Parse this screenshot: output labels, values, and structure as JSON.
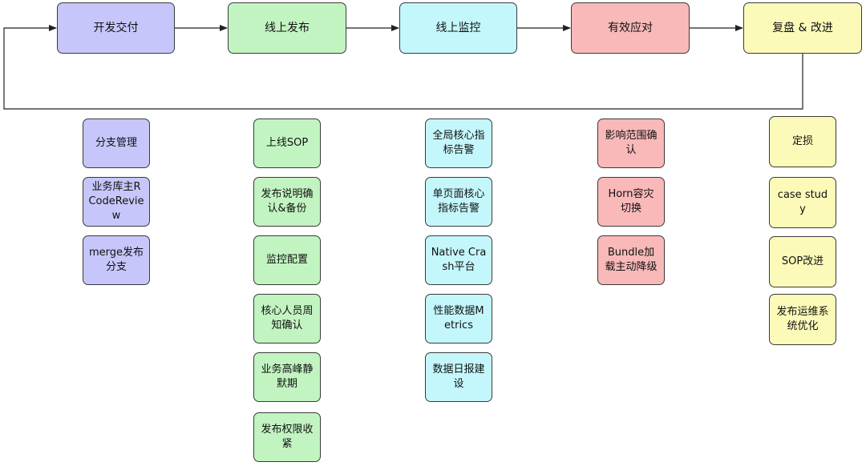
{
  "stages": [
    {
      "label": "开发交付",
      "color": "#c7c6fb"
    },
    {
      "label": "线上发布",
      "color": "#c2f4c2"
    },
    {
      "label": "线上监控",
      "color": "#c4f7fb"
    },
    {
      "label": "有效应对",
      "color": "#f9b9b9"
    },
    {
      "label": "复盘 & 改进",
      "color": "#fbfab9"
    }
  ],
  "tasks": {
    "dev": [
      "分支管理",
      "业务库主R CodeReview",
      "merge发布分支"
    ],
    "release": [
      "上线SOP",
      "发布说明确认&备份",
      "监控配置",
      "核心人员周知确认",
      "业务高峰静默期",
      "发布权限收紧"
    ],
    "monitor": [
      "全局核心指标告警",
      "单页面核心指标告警",
      "Native Crash平台",
      "性能数据Metrics",
      "数据日报建设"
    ],
    "response": [
      "影响范围确认",
      "Horn容灾切换",
      "Bundle加载主动降级"
    ],
    "review": [
      "定损",
      "case study",
      "SOP改进",
      "发布运维系统优化"
    ]
  }
}
